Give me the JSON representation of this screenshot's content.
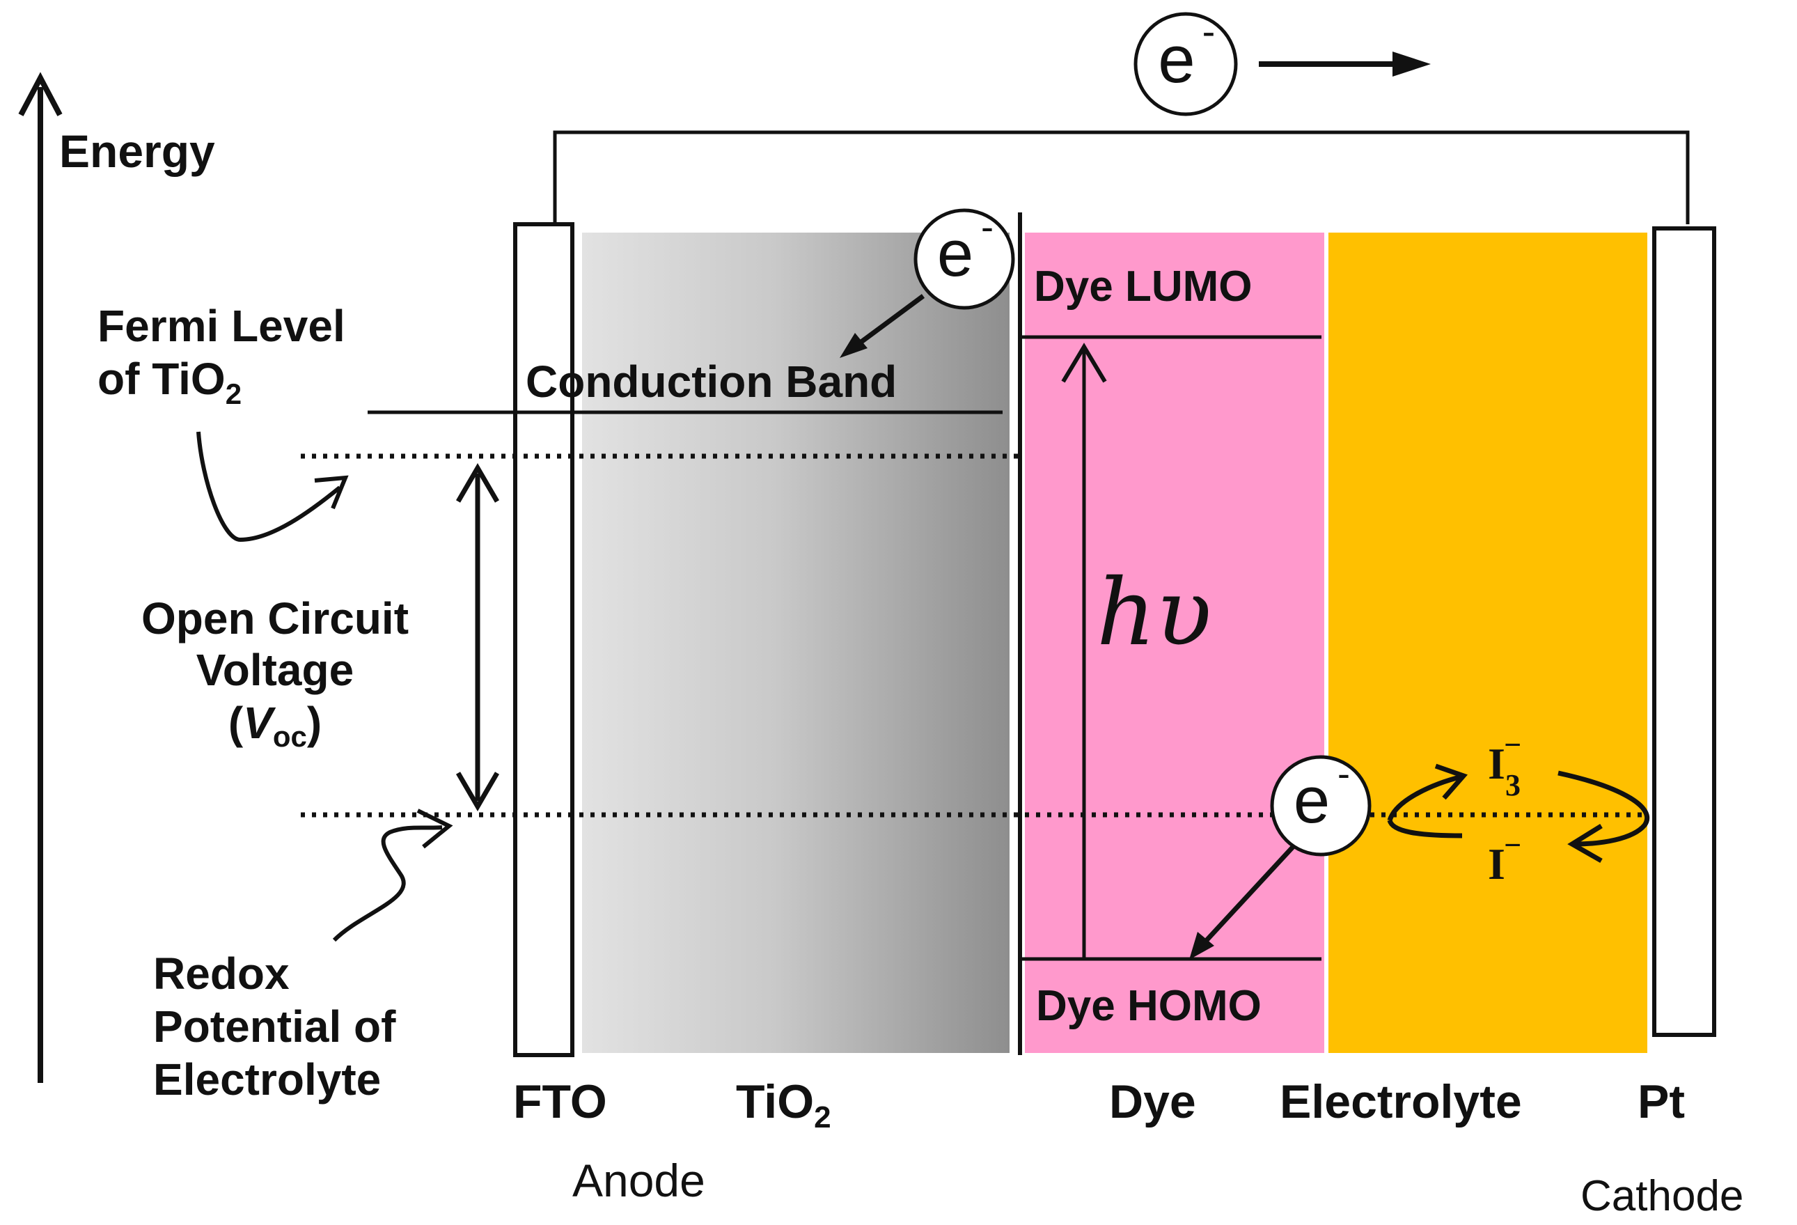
{
  "axis": {
    "label": "Energy"
  },
  "electron": {
    "symbol": "e",
    "charge": "-"
  },
  "layers": {
    "fto": "FTO",
    "tio2_base": "TiO",
    "tio2_sub": "2",
    "dye": "Dye",
    "electrolyte": "Electrolyte",
    "pt": "Pt"
  },
  "electrodes": {
    "anode": "Anode",
    "cathode": "Cathode"
  },
  "levels": {
    "conduction_band": "Conduction Band",
    "dye_lumo": "Dye LUMO",
    "dye_homo": "Dye HOMO",
    "photon": "hυ"
  },
  "annotations": {
    "fermi_line1": "Fermi Level",
    "fermi_line2_base": "of TiO",
    "fermi_line2_sub": "2",
    "voc_line1": "Open Circuit",
    "voc_line2": "Voltage",
    "voc_open": "(",
    "voc_v": "V",
    "voc_sub": "oc",
    "voc_close": ")",
    "redox_line1": "Redox",
    "redox_line2": "Potential of",
    "redox_line3": "Electrolyte"
  },
  "redox_species": {
    "triiodide_base": "I",
    "triiodide_sub": "3",
    "triiodide_sup": "−",
    "iodide_base": "I",
    "iodide_sup": "−"
  },
  "colors": {
    "dye": "#FF99CC",
    "electrolyte": "#FFC000",
    "tio2_light": "#E2E2E2",
    "tio2_dark": "#8E8E8E",
    "line": "#111111"
  }
}
